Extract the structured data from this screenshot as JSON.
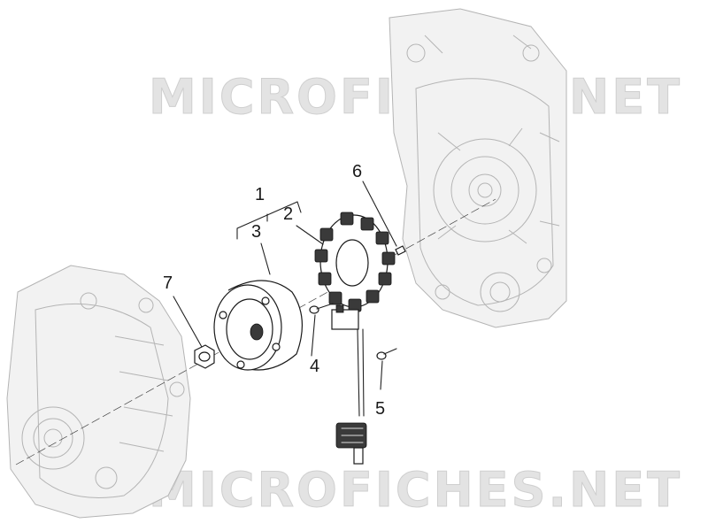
{
  "watermark": {
    "text": "MICROFICHES.NET"
  },
  "callouts": [
    {
      "id": "1",
      "label": "1"
    },
    {
      "id": "2",
      "label": "2"
    },
    {
      "id": "3",
      "label": "3"
    },
    {
      "id": "4",
      "label": "4"
    },
    {
      "id": "5",
      "label": "5"
    },
    {
      "id": "6",
      "label": "6"
    },
    {
      "id": "7",
      "label": "7"
    }
  ],
  "colors": {
    "background": "#ffffff",
    "line": "#1a1a1a",
    "ghost": "#b4b4b4",
    "watermark": "#e3e3e3"
  }
}
